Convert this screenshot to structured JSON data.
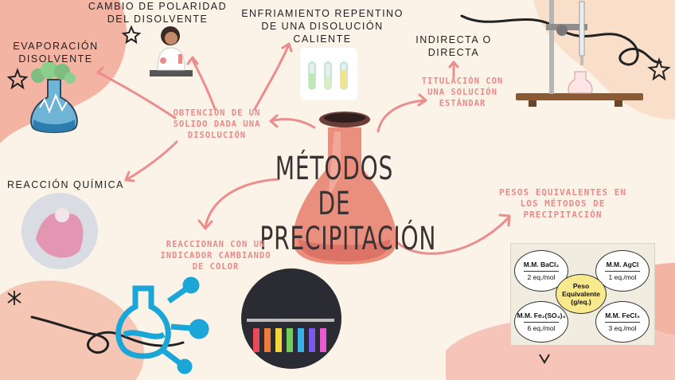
{
  "title": {
    "line1": "MÉTODOS DE",
    "line2": "PRECIPITACIÓN"
  },
  "nodes": {
    "obtencion": {
      "line1": "OBTENCIÓN DE UN",
      "line2": "SOLIDO DADA UNA",
      "line3": "DISOLUCIÓN"
    },
    "evaporacion": {
      "line1": "EVAPORACIÓN",
      "line2": "DISOLVENTE"
    },
    "polaridad": {
      "line1": "CAMBIO DE POLARIDAD",
      "line2": "DEL DISOLVENTE"
    },
    "enfriamiento": {
      "line1": "ENFRIAMIENTO REPENTINO",
      "line2": "DE UNA DISOLUCIÓN",
      "line3": "CALIENTE"
    },
    "reaccion": {
      "line1": "REACCIÓN QUÍMICA"
    },
    "titulacion": {
      "line1": "TITULACIÓN CON",
      "line2": "UNA SOLUCIÓN",
      "line3": "ESTÁNDAR"
    },
    "indirecta": {
      "line1": "INDIRECTA O",
      "line2": "DIRECTA"
    },
    "indicador": {
      "line1": "REACCIONAN CON UN",
      "line2": "INDICADOR CAMBIANDO",
      "line3": "DE COLOR"
    },
    "pesos": {
      "line1": "PESOS EQUIVALENTES EN",
      "line2": "LOS MÉTODOS DE",
      "line3": "PRECIPITACIÓN"
    }
  },
  "equivalents": {
    "center": {
      "line1": "Peso",
      "line2": "Equivalente",
      "line3": "(g/eq.)"
    },
    "bacl2": {
      "name": "M.M. BaCl₂",
      "value": "2 eq./mol"
    },
    "agcl": {
      "name": "M.M. AgCl",
      "value": "1 eq./mol"
    },
    "fe2so4": {
      "name": "M.M. Fe₂(SO₄)₃",
      "value": "6 eq./mol"
    },
    "fecl3": {
      "name": "M.M. FeCl₃",
      "value": "3 eq./mol"
    }
  },
  "colors": {
    "background": "#fbf3e8",
    "blob": "#f4b4a4",
    "accent": "#e98a8a",
    "flask": "#e98878",
    "blue": "#1aa6d6"
  }
}
